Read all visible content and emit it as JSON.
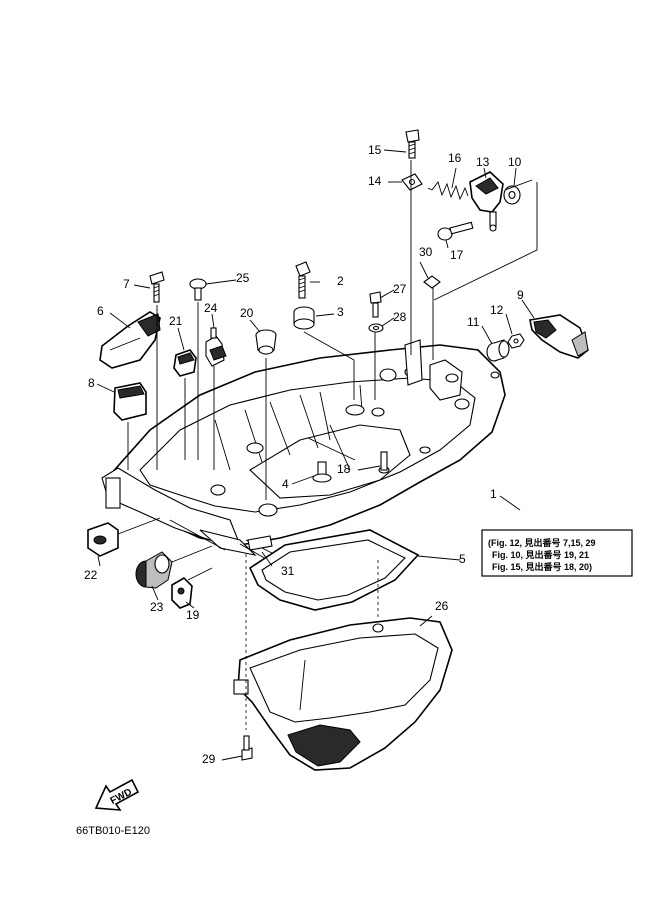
{
  "diagram": {
    "part_labels": [
      {
        "id": "1",
        "text": "1"
      },
      {
        "id": "2",
        "text": "2"
      },
      {
        "id": "3",
        "text": "3"
      },
      {
        "id": "4",
        "text": "4"
      },
      {
        "id": "5",
        "text": "5"
      },
      {
        "id": "6",
        "text": "6"
      },
      {
        "id": "7",
        "text": "7"
      },
      {
        "id": "8",
        "text": "8"
      },
      {
        "id": "9",
        "text": "9"
      },
      {
        "id": "10",
        "text": "10"
      },
      {
        "id": "11",
        "text": "11"
      },
      {
        "id": "12",
        "text": "12"
      },
      {
        "id": "13",
        "text": "13"
      },
      {
        "id": "14",
        "text": "14"
      },
      {
        "id": "15",
        "text": "15"
      },
      {
        "id": "16",
        "text": "16"
      },
      {
        "id": "17",
        "text": "17"
      },
      {
        "id": "18",
        "text": "18"
      },
      {
        "id": "19",
        "text": "19"
      },
      {
        "id": "20",
        "text": "20"
      },
      {
        "id": "21",
        "text": "21"
      },
      {
        "id": "22",
        "text": "22"
      },
      {
        "id": "23",
        "text": "23"
      },
      {
        "id": "24",
        "text": "24"
      },
      {
        "id": "25",
        "text": "25"
      },
      {
        "id": "26",
        "text": "26"
      },
      {
        "id": "27",
        "text": "27"
      },
      {
        "id": "28",
        "text": "28"
      },
      {
        "id": "29",
        "text": "29"
      },
      {
        "id": "30",
        "text": "30"
      },
      {
        "id": "31",
        "text": "31"
      }
    ],
    "reference_box": {
      "lines": [
        "(Fig. 12, 見出番号 7,15, 29",
        "Fig. 10, 見出番号 19, 21",
        "Fig. 15, 見出番号 18, 20)"
      ]
    },
    "fwd_label": "FWD",
    "drawing_code": "66TB010-E120"
  }
}
